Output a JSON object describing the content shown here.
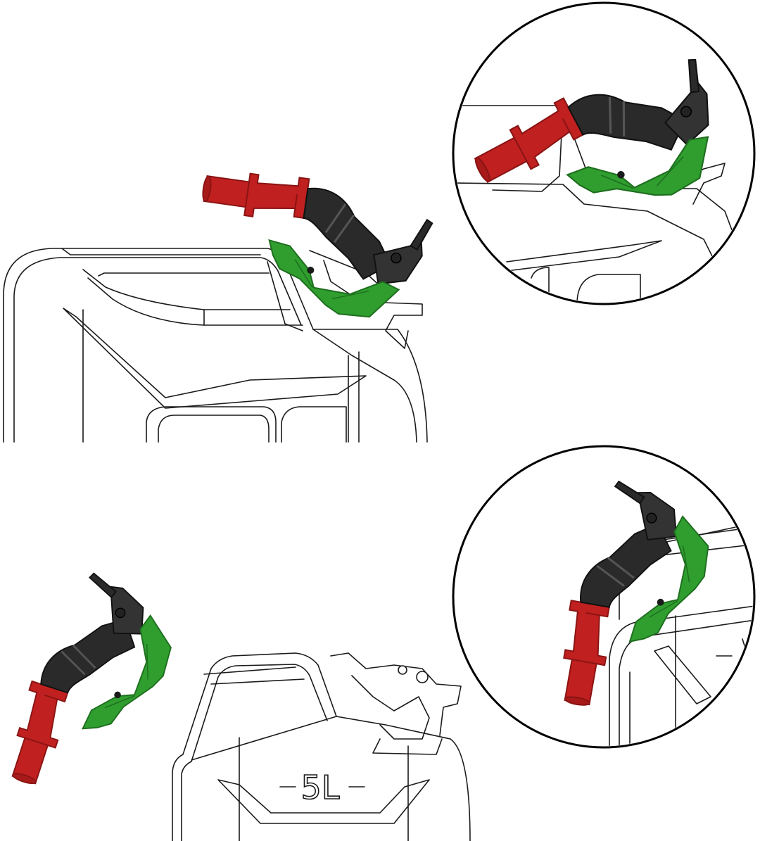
{
  "figure": {
    "canister_label": "5L",
    "colors": {
      "spout_red": "#c0201f",
      "spout_red_dark": "#8a1414",
      "hose_black": "#2a2a2a",
      "lever_green": "#2f9e2f",
      "lever_green_dark": "#1e6e1e",
      "outline": "#1a1a1a"
    },
    "panels": [
      {
        "name": "spout-attached-upright",
        "detail_view": "circular-zoom"
      },
      {
        "name": "spout-attached-tilted",
        "detail_view": "circular-zoom"
      }
    ]
  }
}
